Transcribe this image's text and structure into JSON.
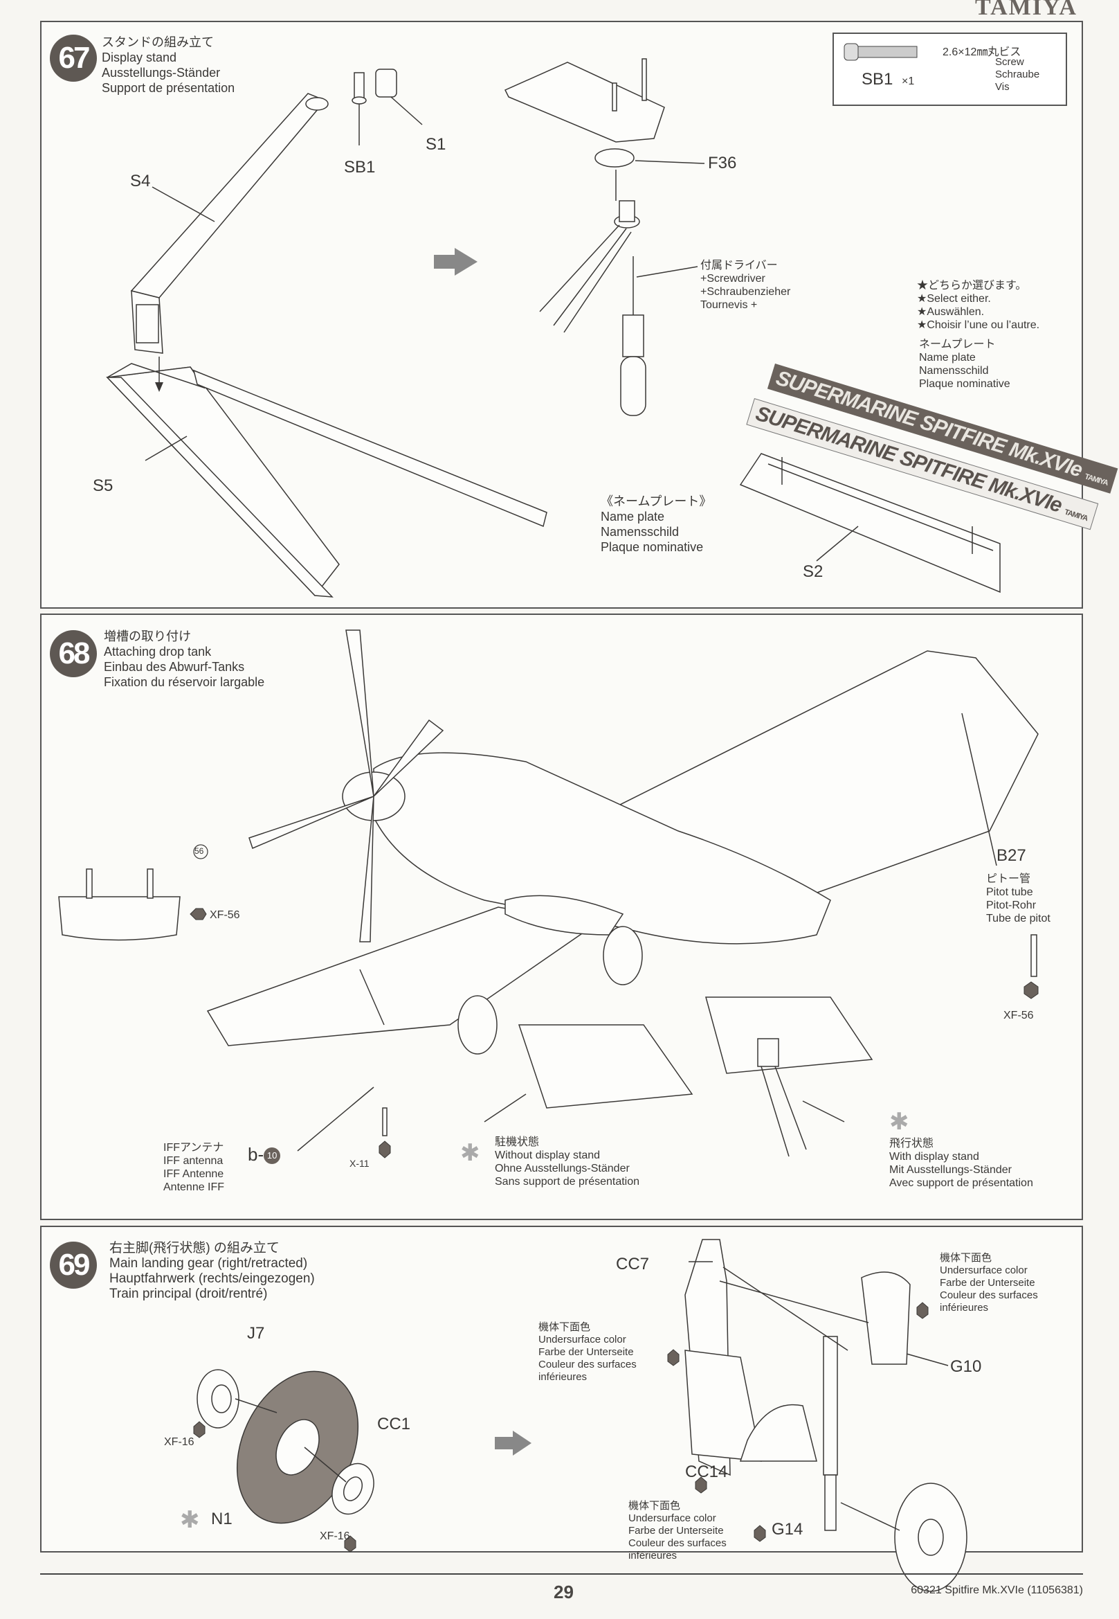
{
  "brand": "TAMIYA",
  "steps": [
    {
      "number": "67",
      "title": {
        "jp": "スタンドの組み立て",
        "en": "Display stand",
        "de": "Ausstellungs-Ständer",
        "fr": "Support de présentation"
      },
      "parts": [
        "S1",
        "SB1",
        "S4",
        "S5",
        "F36",
        "S2"
      ],
      "screw": {
        "code": "SB1",
        "qty": "×1",
        "jp": "2.6×12㎜丸ビス",
        "en": "Screw",
        "de": "Schraube",
        "fr": "Vis"
      },
      "screwdriver": {
        "jp": "付属ドライバー",
        "en": "+Screwdriver",
        "de": "+Schraubenzieher",
        "fr": "Tournevis +"
      },
      "select_note": {
        "jp": "★どちらか選びます。",
        "en": "★Select either.",
        "de": "★Auswählen.",
        "fr": "★Choisir l’une ou l’autre."
      },
      "nameplate_label": {
        "jp": "ネームプレート",
        "en": "Name plate",
        "de": "Namensschild",
        "fr": "Plaque nominative"
      },
      "nameplate_label_2": {
        "jp": "《ネームプレート》",
        "en": "Name plate",
        "de": "Namensschild",
        "fr": "Plaque nominative"
      },
      "nameplate_text": "SUPERMARINE SPITFIRE Mk.XVIe",
      "nameplate_logo": "TAMIYA"
    },
    {
      "number": "68",
      "title": {
        "jp": "増槽の取り付け",
        "en": "Attaching drop tank",
        "de": "Einbau des Abwurf-Tanks",
        "fr": "Fixation du réservoir largable"
      },
      "tank_callout": "56",
      "tank_paint": "XF-56",
      "pitot": {
        "part": "B27",
        "jp": "ピトー管",
        "en": "Pitot tube",
        "de": "Pitot-Rohr",
        "fr": "Tube de pitot",
        "paint": "XF-56"
      },
      "iff": {
        "jp": "IFFアンテナ",
        "en": "IFF antenna",
        "de": "IFF Antenne",
        "fr": "Antenne IFF",
        "part": "b-",
        "part_num": "10",
        "paint": "X-11"
      },
      "without_stand": {
        "jp": "駐機状態",
        "en": "Without display stand",
        "de": "Ohne Ausstellungs-Ständer",
        "fr": "Sans support de présentation"
      },
      "with_stand": {
        "jp": "飛行状態",
        "en": "With display stand",
        "de": "Mit Ausstellungs-Ständer",
        "fr": "Avec support de présentation"
      }
    },
    {
      "number": "69",
      "title": {
        "jp": "右主脚(飛行状態) の組み立て",
        "en": "Main landing gear (right/retracted)",
        "de": "Hauptfahrwerk (rechts/eingezogen)",
        "fr": "Train principal (droit/rentré)"
      },
      "parts": [
        "J7",
        "CC1",
        "N1",
        "CC7",
        "CC14",
        "G10",
        "G14"
      ],
      "paints": [
        "XF-16",
        "XF-16"
      ],
      "undersurface": {
        "jp": "機体下面色",
        "en": "Undersurface color",
        "de": "Farbe der Unterseite",
        "fr1": "Couleur des surfaces",
        "fr2": "inférieures"
      }
    }
  ],
  "footer": {
    "page": "29",
    "info": "60321  Spitfire Mk.XVIe (11056381)"
  }
}
